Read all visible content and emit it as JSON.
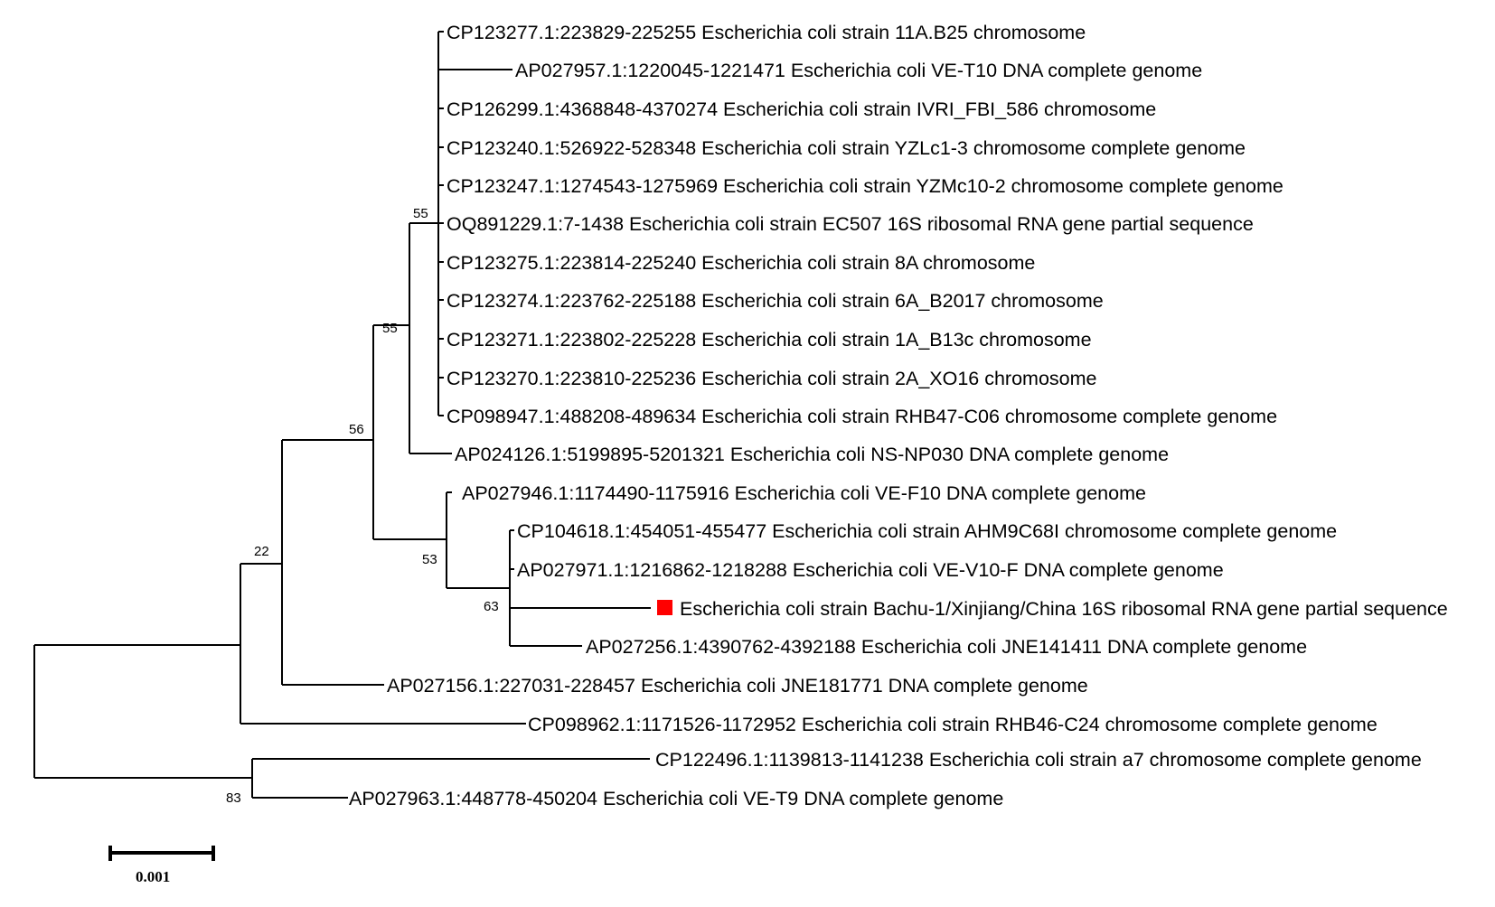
{
  "tree": {
    "taxa": [
      "CP123277.1:223829-225255 Escherichia coli strain 11A.B25 chromosome",
      "AP027957.1:1220045-1221471 Escherichia coli VE-T10 DNA complete genome",
      "CP126299.1:4368848-4370274 Escherichia coli strain IVRI_FBI_586 chromosome",
      "CP123240.1:526922-528348 Escherichia coli strain YZLc1-3 chromosome complete genome",
      "CP123247.1:1274543-1275969 Escherichia coli strain YZMc10-2 chromosome complete genome",
      "OQ891229.1:7-1438 Escherichia coli strain EC507 16S ribosomal RNA gene partial sequence",
      "CP123275.1:223814-225240 Escherichia coli strain 8A chromosome",
      "CP123274.1:223762-225188 Escherichia coli strain 6A_B2017 chromosome",
      "CP123271.1:223802-225228 Escherichia coli strain 1A_B13c chromosome",
      "CP123270.1:223810-225236 Escherichia coli strain 2A_XO16 chromosome",
      "CP098947.1:488208-489634 Escherichia coli strain RHB47-C06 chromosome complete genome",
      "AP024126.1:5199895-5201321 Escherichia coli NS-NP030 DNA complete genome",
      "AP027946.1:1174490-1175916 Escherichia coli VE-F10 DNA complete genome",
      "CP104618.1:454051-455477 Escherichia coli strain AHM9C68I chromosome complete genome",
      "AP027971.1:1216862-1218288 Escherichia coli VE-V10-F DNA complete genome",
      "Escherichia coli strain Bachu-1/Xinjiang/China 16S ribosomal RNA gene partial sequence",
      "AP027256.1:4390762-4392188 Escherichia coli JNE141411 DNA complete genome",
      "AP027156.1:227031-228457 Escherichia coli JNE181771 DNA complete genome",
      "CP098962.1:1171526-1172952 Escherichia coli strain RHB46-C24 chromosome complete genome",
      "CP122496.1:1139813-1141238 Escherichia coli strain a7 chromosome complete genome",
      "AP027963.1:448778-450204 Escherichia coli VE-T9 DNA complete genome"
    ],
    "bootstrap_values": [
      "55",
      "55",
      "56",
      "53",
      "63",
      "22",
      "83"
    ],
    "highlight": {
      "taxon_index": 15,
      "marker": "square",
      "color": "#ff0000"
    },
    "scale": {
      "label": "0.001",
      "value": 0.001
    }
  }
}
